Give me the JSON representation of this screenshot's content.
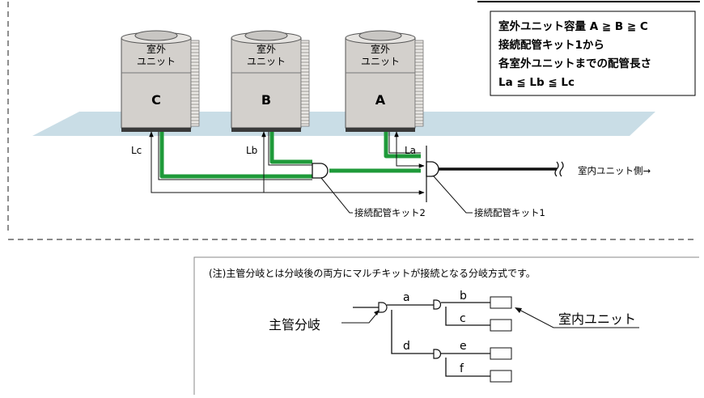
{
  "units": [
    {
      "id": "C",
      "label_line1": "室外",
      "label_line2": "ユニット",
      "letter": "C"
    },
    {
      "id": "B",
      "label_line1": "室外",
      "label_line2": "ユニット",
      "letter": "B"
    },
    {
      "id": "A",
      "label_line1": "室外",
      "label_line2": "ユニット",
      "letter": "A"
    }
  ],
  "legend": {
    "line1": "室外ユニット容量  A ≧ B ≧ C",
    "line2": "接続配管キット1から",
    "line3": "各室外ユニットまでの配管長さ",
    "line4": "La ≦ Lb ≦ Lc"
  },
  "pipe_labels": {
    "lc": "Lc",
    "lb": "Lb",
    "la": "La"
  },
  "kit_labels": {
    "kit2": "接続配管キット2",
    "kit1": "接続配管キット1"
  },
  "indoor_side": "室内ユニット側→",
  "note": {
    "text": "(注)主管分岐とは分岐後の両方にマルチキットが接続となる分岐方式です。",
    "main_branch": "主管分岐",
    "indoor_unit": "室内ユニット",
    "segments": [
      "a",
      "b",
      "c",
      "d",
      "e",
      "f"
    ]
  },
  "colors": {
    "pipe_green": "#1f9a3a",
    "floor": "#c9dde6",
    "unit_body": "#d3d0cc",
    "unit_dark": "#3a3a3a"
  }
}
